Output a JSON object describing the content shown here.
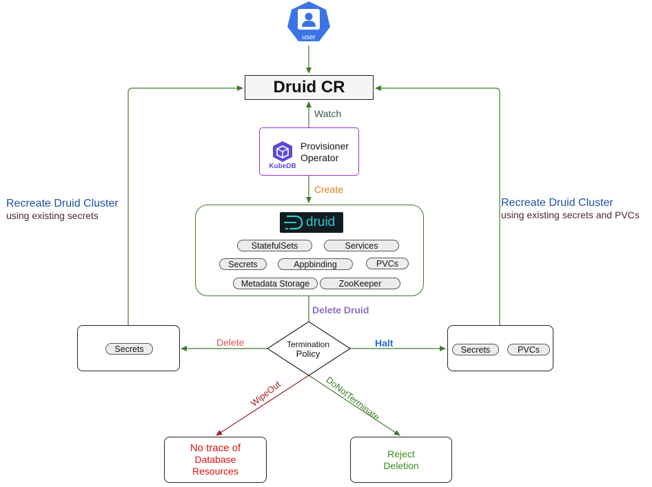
{
  "user": {
    "label": "user",
    "color": "#3b74e5"
  },
  "cr": {
    "title": "Druid CR"
  },
  "edges": {
    "watch": "Watch",
    "create": "Create",
    "delete_druid": "Delete Druid",
    "delete": "Delete",
    "halt": "Halt",
    "wipeout": "WipeOut",
    "do_not_terminate": "DoNotTerminate"
  },
  "operator": {
    "line1": "Provisioner",
    "line2": "Operator",
    "logo_text": "KubeDB",
    "color": "#5b4bd3"
  },
  "druid": {
    "logo_text": "druid",
    "resources": [
      "StatefulSets",
      "Services",
      "Secrets",
      "Appbinding",
      "PVCs",
      "Metadata Storage",
      "ZooKeeper"
    ]
  },
  "termination": {
    "line1": "Termination",
    "line2": "Policy"
  },
  "left_box": {
    "items": [
      "Secrets"
    ]
  },
  "right_box": {
    "items": [
      "Secrets",
      "PVCs"
    ]
  },
  "recreate_left": {
    "title": "Recreate Druid Cluster",
    "subtitle": "using existing secrets"
  },
  "recreate_right": {
    "title": "Recreate Druid Cluster",
    "subtitle": "using existing secrets and PVCs"
  },
  "outcomes": {
    "no_trace": [
      "No trace of",
      "Database",
      "Resources"
    ],
    "reject": [
      "Reject",
      "Deletion"
    ]
  },
  "colors": {
    "green_arrow": "#3c7a2a",
    "red_arrow": "#a02020",
    "operator_border": "#9b30d9"
  }
}
